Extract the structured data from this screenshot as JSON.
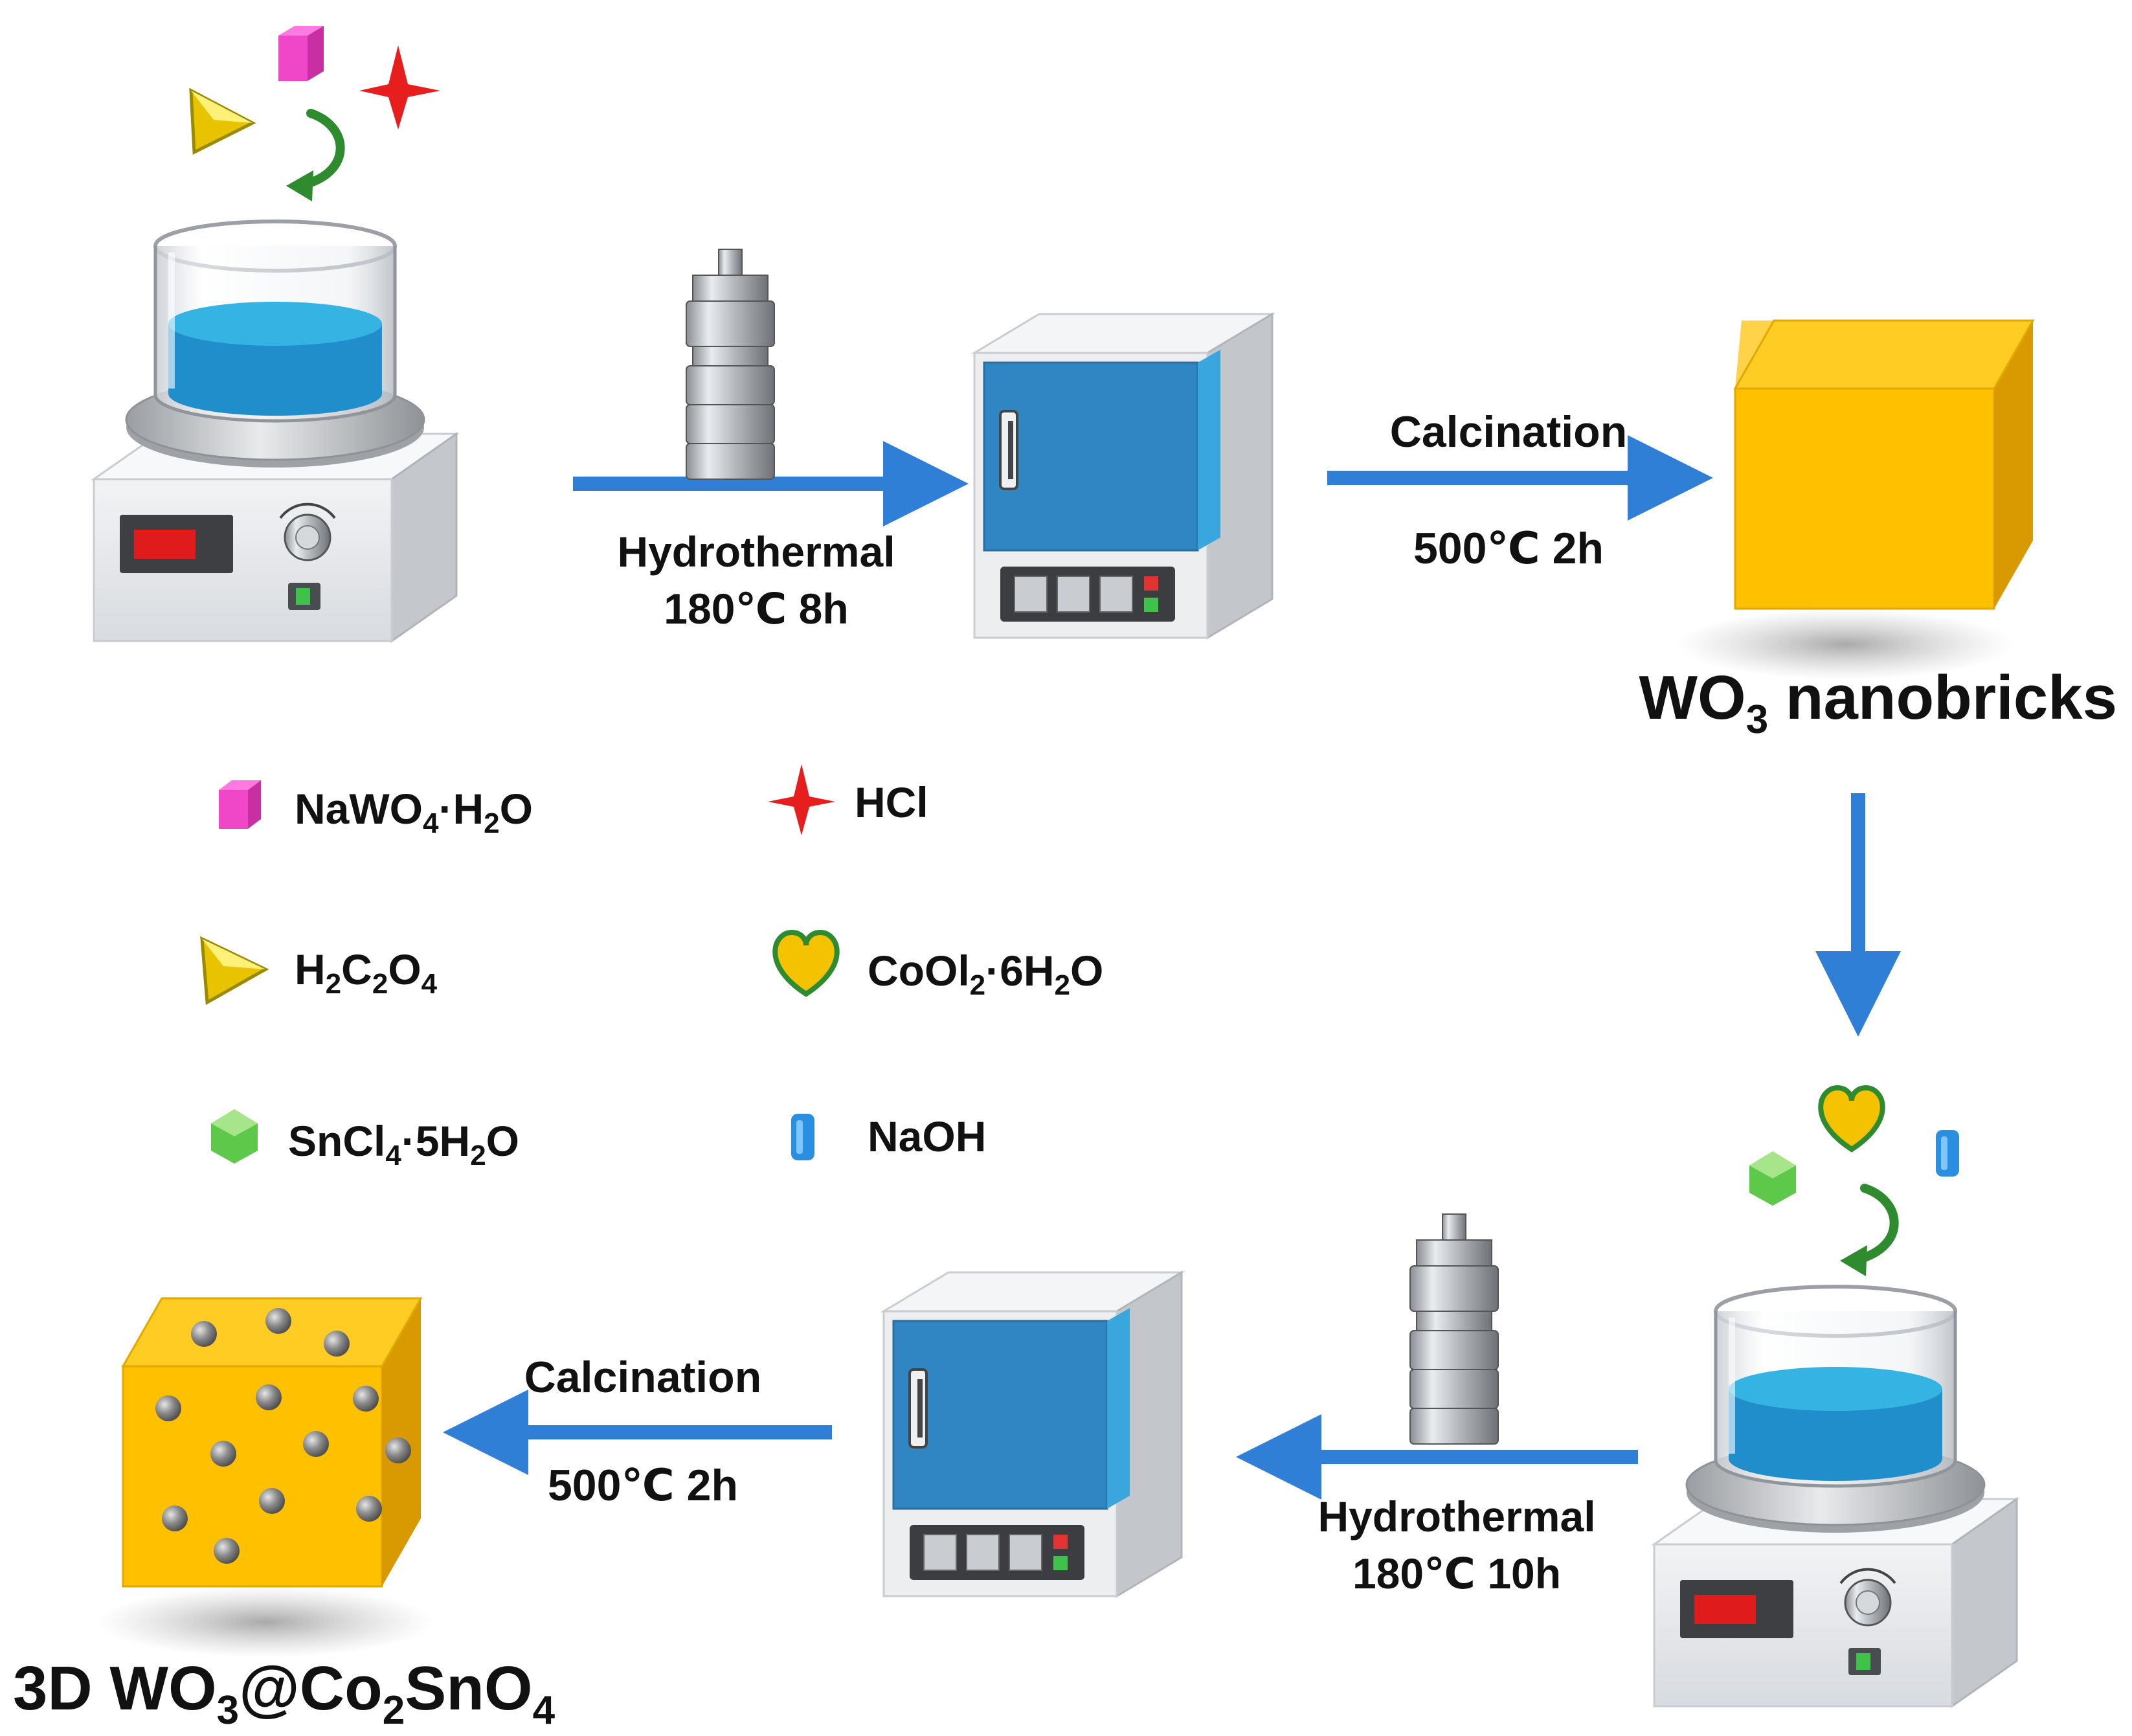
{
  "steps": {
    "hydrothermal_1": {
      "label": "Hydrothermal",
      "condition": "180℃ 8h"
    },
    "calcination_1": {
      "label": "Calcination",
      "condition": "500℃ 2h"
    },
    "hydrothermal_2": {
      "label": "Hydrothermal",
      "condition": "180℃ 10h"
    },
    "calcination_2": {
      "label": "Calcination",
      "condition": "500℃ 2h"
    }
  },
  "products": {
    "intermediate": {
      "base": "WO",
      "sub": "3",
      "suffix": " nanobricks"
    },
    "final": {
      "prefix": "3D WO",
      "sub1": "3",
      "mid": "@Co",
      "sub2": "2",
      "mid2": "SnO",
      "sub3": "4"
    }
  },
  "legend": {
    "nawo4": {
      "p1": "NaWO",
      "s1": "4",
      "p2": "·H",
      "s2": "2",
      "p3": "O"
    },
    "hcl": {
      "text": "HCl"
    },
    "h2c2o4": {
      "p1": "H",
      "s1": "2",
      "p2": "C",
      "s2": "2",
      "p3": "O",
      "s3": "4"
    },
    "coi2": {
      "p1": "CoOl",
      "s1": "2",
      "p2": "·6H",
      "s2": "2",
      "p3": "O"
    },
    "sncl4": {
      "p1": "SnCl",
      "s1": "4",
      "p2": "·5H",
      "s2": "2",
      "p3": "O"
    },
    "naoh": {
      "text": "NaOH"
    }
  },
  "colors": {
    "arrow": "#2f7fd6",
    "liquid": "#27a3d9",
    "furnace_door": "#2f86c3",
    "cube_face": "#ffc000",
    "cube_side": "#d89a00",
    "nawo4_marker": "#f046c8",
    "hcl_marker": "#e61e1e",
    "h2c2o4_marker": "#e8c400",
    "coi2_marker": "#f5c200",
    "sncl4_marker": "#5dc84a",
    "naoh_marker": "#2a8fe0",
    "stir_arrow": "#2e8b2e"
  },
  "icons": [
    "magnetic-stirrer-icon",
    "autoclave-icon",
    "muffle-furnace-icon",
    "cube-icon",
    "nanoparticle-icon",
    "stir-arrow-icon"
  ]
}
